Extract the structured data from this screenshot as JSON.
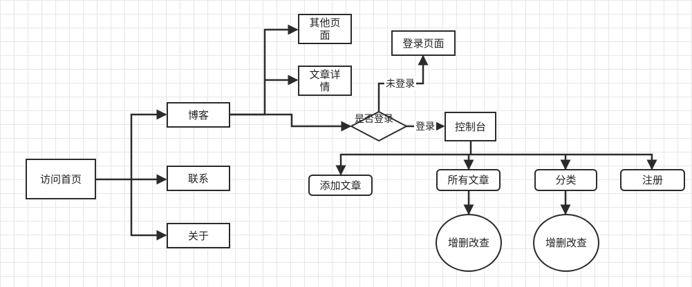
{
  "nodes": {
    "home": "访问首页",
    "blog": "博客",
    "contact": "联系",
    "about": "关于",
    "other_pages": "其他页面",
    "article_detail": "文章详情",
    "is_logged_in": "是否登录",
    "login_page": "登录页面",
    "console": "控制台",
    "add_article": "添加文章",
    "all_articles": "所有文章",
    "category": "分类",
    "register": "注册",
    "crud_articles": "增删改查",
    "crud_category": "增删改查"
  },
  "edge_labels": {
    "not_logged_in": "未登录",
    "logged_in": "登录"
  }
}
